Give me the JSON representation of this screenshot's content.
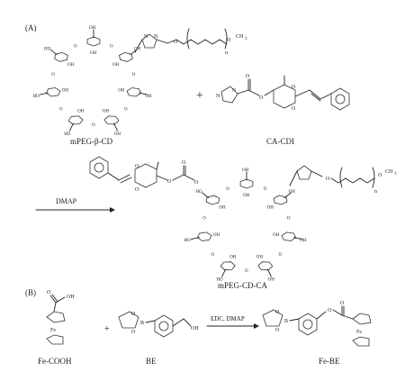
{
  "panels": {
    "a_label": "(A)",
    "b_label": "(B)"
  },
  "compounds": {
    "mpeg_cd": "mPEG-β-CD",
    "ca_cdi": "CA-CDI",
    "mpeg_cd_ca": "mPEG-CD-CA",
    "fe_cooh": "Fe-COOH",
    "be": "BE",
    "fe_be": "Fe-BE"
  },
  "reagents": {
    "dmap": "DMAP",
    "edc_dmap": "EDC, DMAP"
  },
  "symbols": {
    "plus": "+",
    "n": "n",
    "ch3": "CH",
    "sub3": "3",
    "fe": "Fe",
    "oh": "OH",
    "ho": "HO",
    "o": "O",
    "n_atom": "N",
    "b_atom": "B"
  }
}
